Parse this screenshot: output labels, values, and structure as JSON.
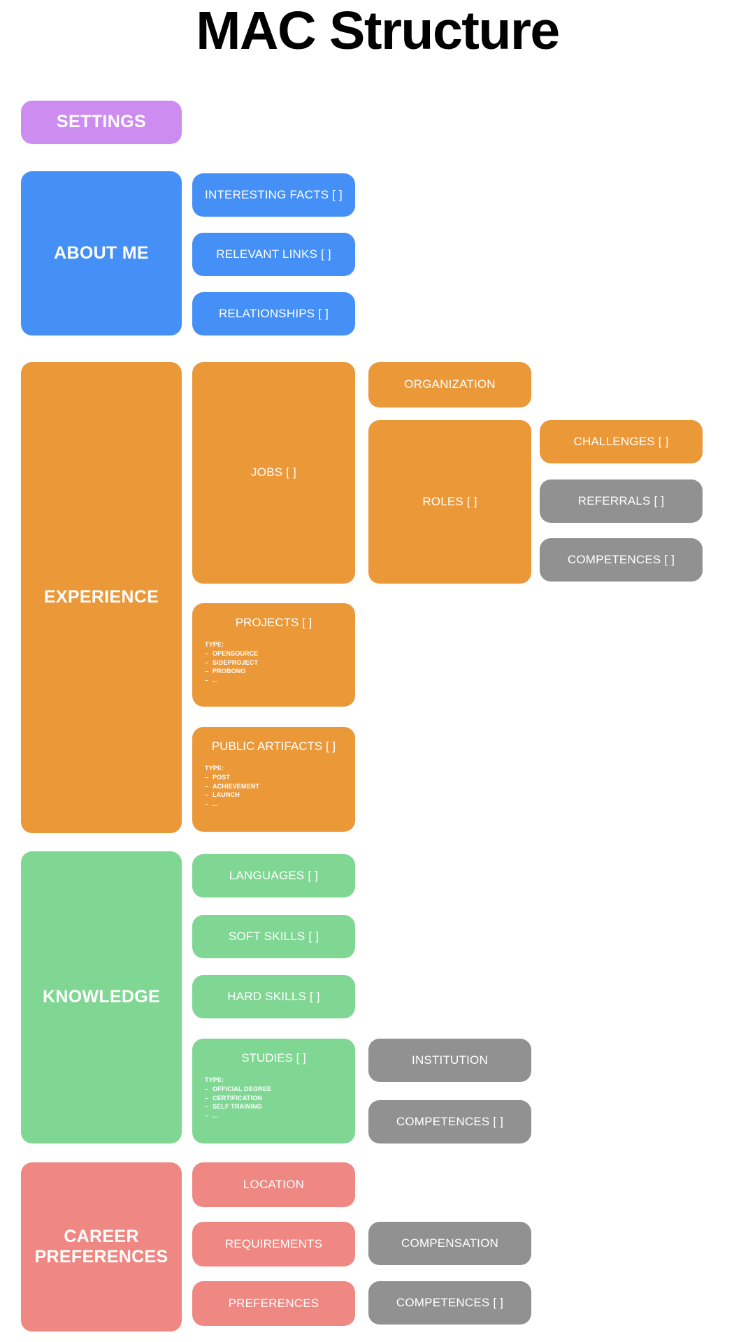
{
  "header": {
    "title": "MAC Structure"
  },
  "settings": {
    "label": "SETTINGS",
    "color": "#cc8cf0"
  },
  "colors": {
    "purple": "#cc8cf0",
    "blue": "#4490f7",
    "orange": "#eb9839",
    "green": "#80d794",
    "red": "#ef8882",
    "gray": "#919191",
    "background": "#ffffff",
    "title_text": "#000000",
    "card_text": "#ffffff"
  },
  "sections": {
    "about_me": {
      "label": "ABOUT ME",
      "color": "#4490f7",
      "children": [
        {
          "label": "INTERESTING FACTS [ ]",
          "color": "#4490f7"
        },
        {
          "label": "RELEVANT LINKS [ ]",
          "color": "#4490f7"
        },
        {
          "label": "RELATIONSHIPS [ ]",
          "color": "#4490f7"
        }
      ]
    },
    "experience": {
      "label": "EXPERIENCE",
      "color": "#eb9839",
      "children": [
        {
          "label": "JOBS [ ]",
          "color": "#eb9839"
        },
        {
          "label": "PROJECTS [ ]",
          "color": "#eb9839"
        },
        {
          "label": "PUBLIC ARTIFACTS [ ]",
          "color": "#eb9839"
        }
      ],
      "jobs_children": [
        {
          "label": "ORGANIZATION",
          "color": "#eb9839"
        },
        {
          "label": "ROLES [ ]",
          "color": "#eb9839"
        }
      ],
      "roles_children": [
        {
          "label": "CHALLENGES [ ]",
          "color": "#eb9839"
        },
        {
          "label": "REFERRALS [ ]",
          "color": "#919191"
        },
        {
          "label": "COMPETENCES [ ]",
          "color": "#919191"
        }
      ],
      "projects_type": {
        "heading": "TYPE:",
        "items": [
          "OPENSOURCE",
          "SIDEPROJECT",
          "PROBONO",
          "..."
        ]
      },
      "public_artifacts_type": {
        "heading": "TYPE:",
        "items": [
          "POST",
          "ACHIEVEMENT",
          "LAUNCH",
          "..."
        ]
      }
    },
    "knowledge": {
      "label": "KNOWLEDGE",
      "color": "#80d794",
      "children": [
        {
          "label": "LANGUAGES [ ]",
          "color": "#80d794"
        },
        {
          "label": "SOFT SKILLS [ ]",
          "color": "#80d794"
        },
        {
          "label": "HARD SKILLS [ ]",
          "color": "#80d794"
        },
        {
          "label": "STUDIES [ ]",
          "color": "#80d794"
        }
      ],
      "studies_children": [
        {
          "label": "INSTITUTION",
          "color": "#919191"
        },
        {
          "label": "COMPETENCES [ ]",
          "color": "#919191"
        }
      ],
      "studies_type": {
        "heading": "TYPE:",
        "items": [
          "OFFICIAL DEGREE",
          "CERTIFICATION",
          "SELF TRAINING",
          "..."
        ]
      }
    },
    "career_preferences": {
      "label": "CAREER PREFERENCES",
      "color": "#ef8882",
      "children": [
        {
          "label": "LOCATION",
          "color": "#ef8882"
        },
        {
          "label": "REQUIREMENTS",
          "color": "#ef8882"
        },
        {
          "label": "PREFERENCES",
          "color": "#ef8882"
        }
      ],
      "requirements_children": [
        {
          "label": "COMPENSATION",
          "color": "#919191"
        },
        {
          "label": "COMPETENCES [ ]",
          "color": "#919191"
        }
      ]
    }
  }
}
